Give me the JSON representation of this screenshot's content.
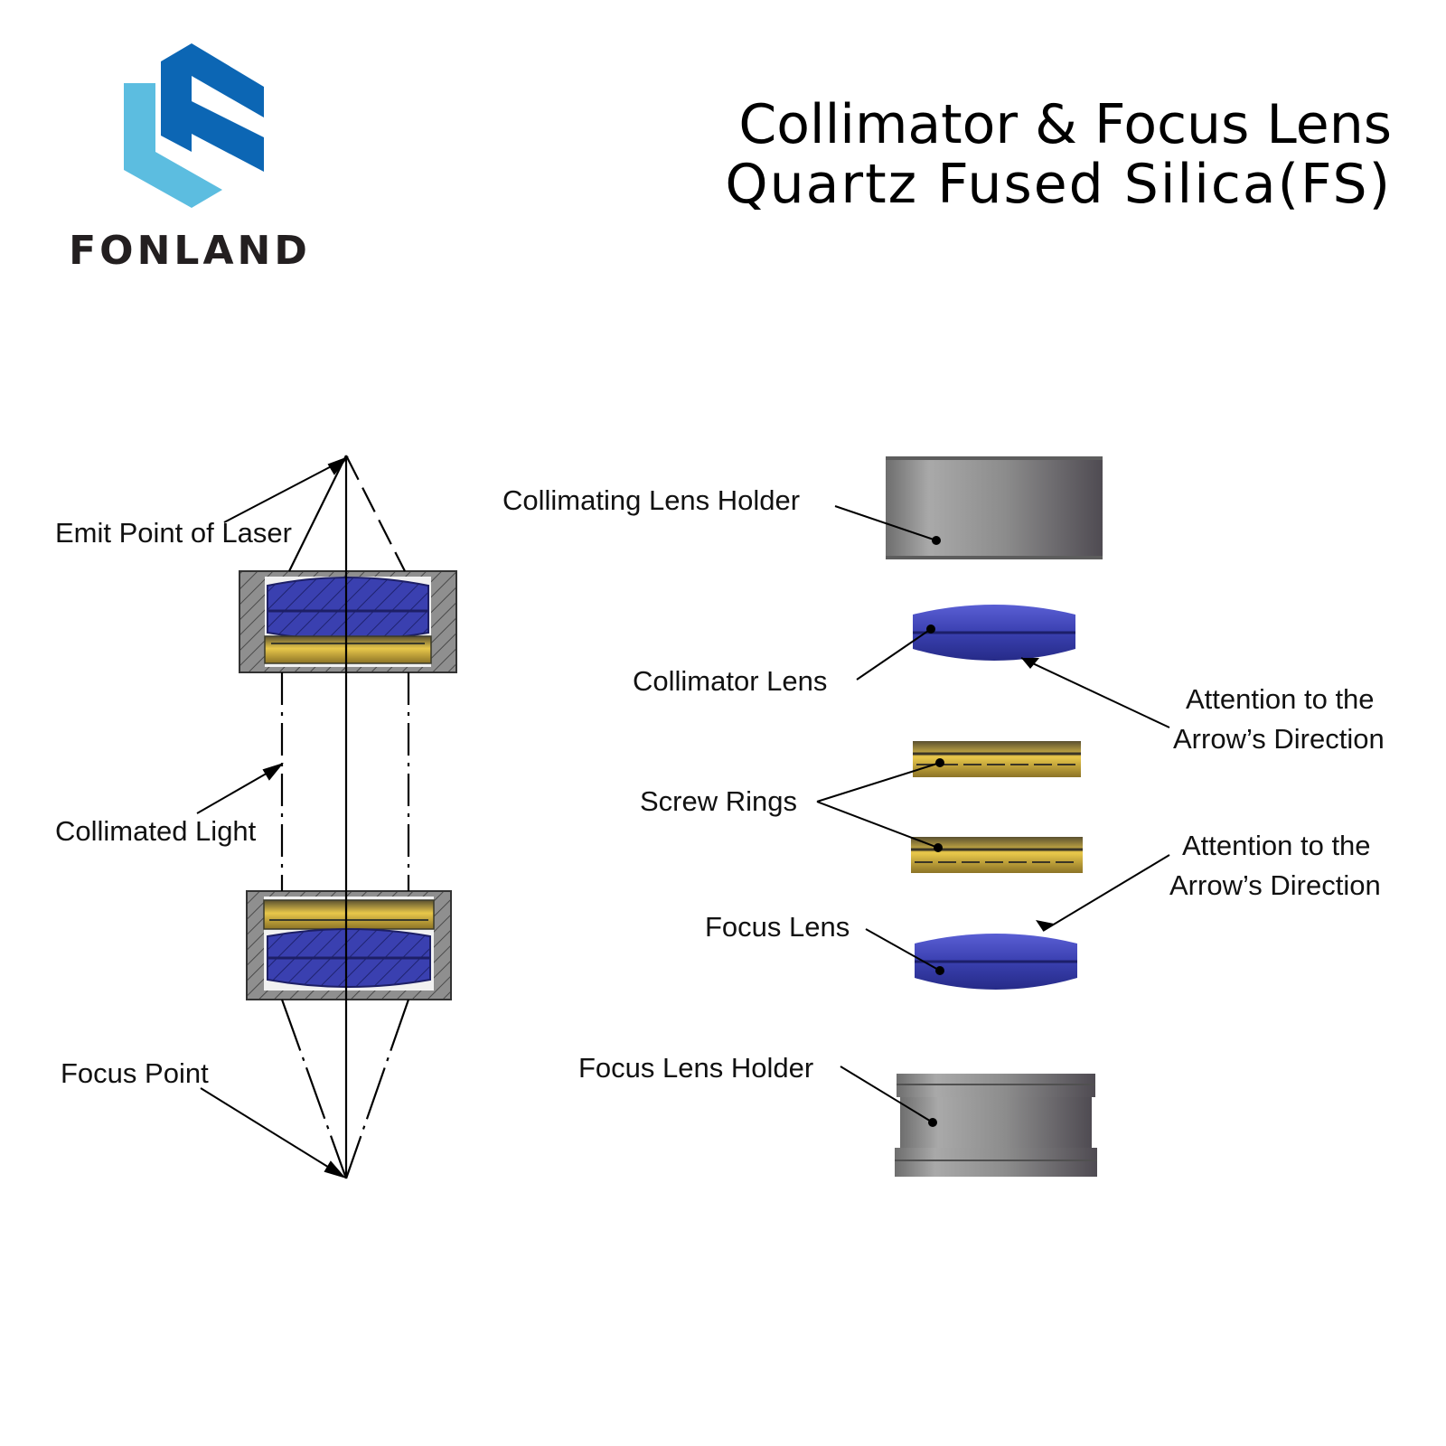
{
  "brand": {
    "name": "FONLAND",
    "colors": {
      "dark_blue": "#0c66b4",
      "light_blue": "#5cbde0",
      "text": "#231f20"
    }
  },
  "title": {
    "line1": "Collimator & Focus Lens",
    "line2": "Quartz Fused Silica(FS)"
  },
  "diagram": {
    "left_labels": {
      "emit_point": "Emit Point of Laser",
      "collimated_light": "Collimated Light",
      "focus_point": "Focus Point"
    },
    "right_labels": {
      "collimating_lens_holder": "Collimating Lens Holder",
      "collimator_lens": "Collimator Lens",
      "attention_1_line1": "Attention to the",
      "attention_1_line2": "Arrow’s Direction",
      "screw_rings": "Screw Rings",
      "attention_2_line1": "Attention to the",
      "attention_2_line2": "Arrow’s Direction",
      "focus_lens": "Focus Lens",
      "focus_lens_holder": "Focus Lens Holder"
    },
    "colors": {
      "lens": "#3f45b8",
      "ring": "#d9b23c",
      "holder": "#8a8a8a",
      "line": "#000000"
    }
  }
}
